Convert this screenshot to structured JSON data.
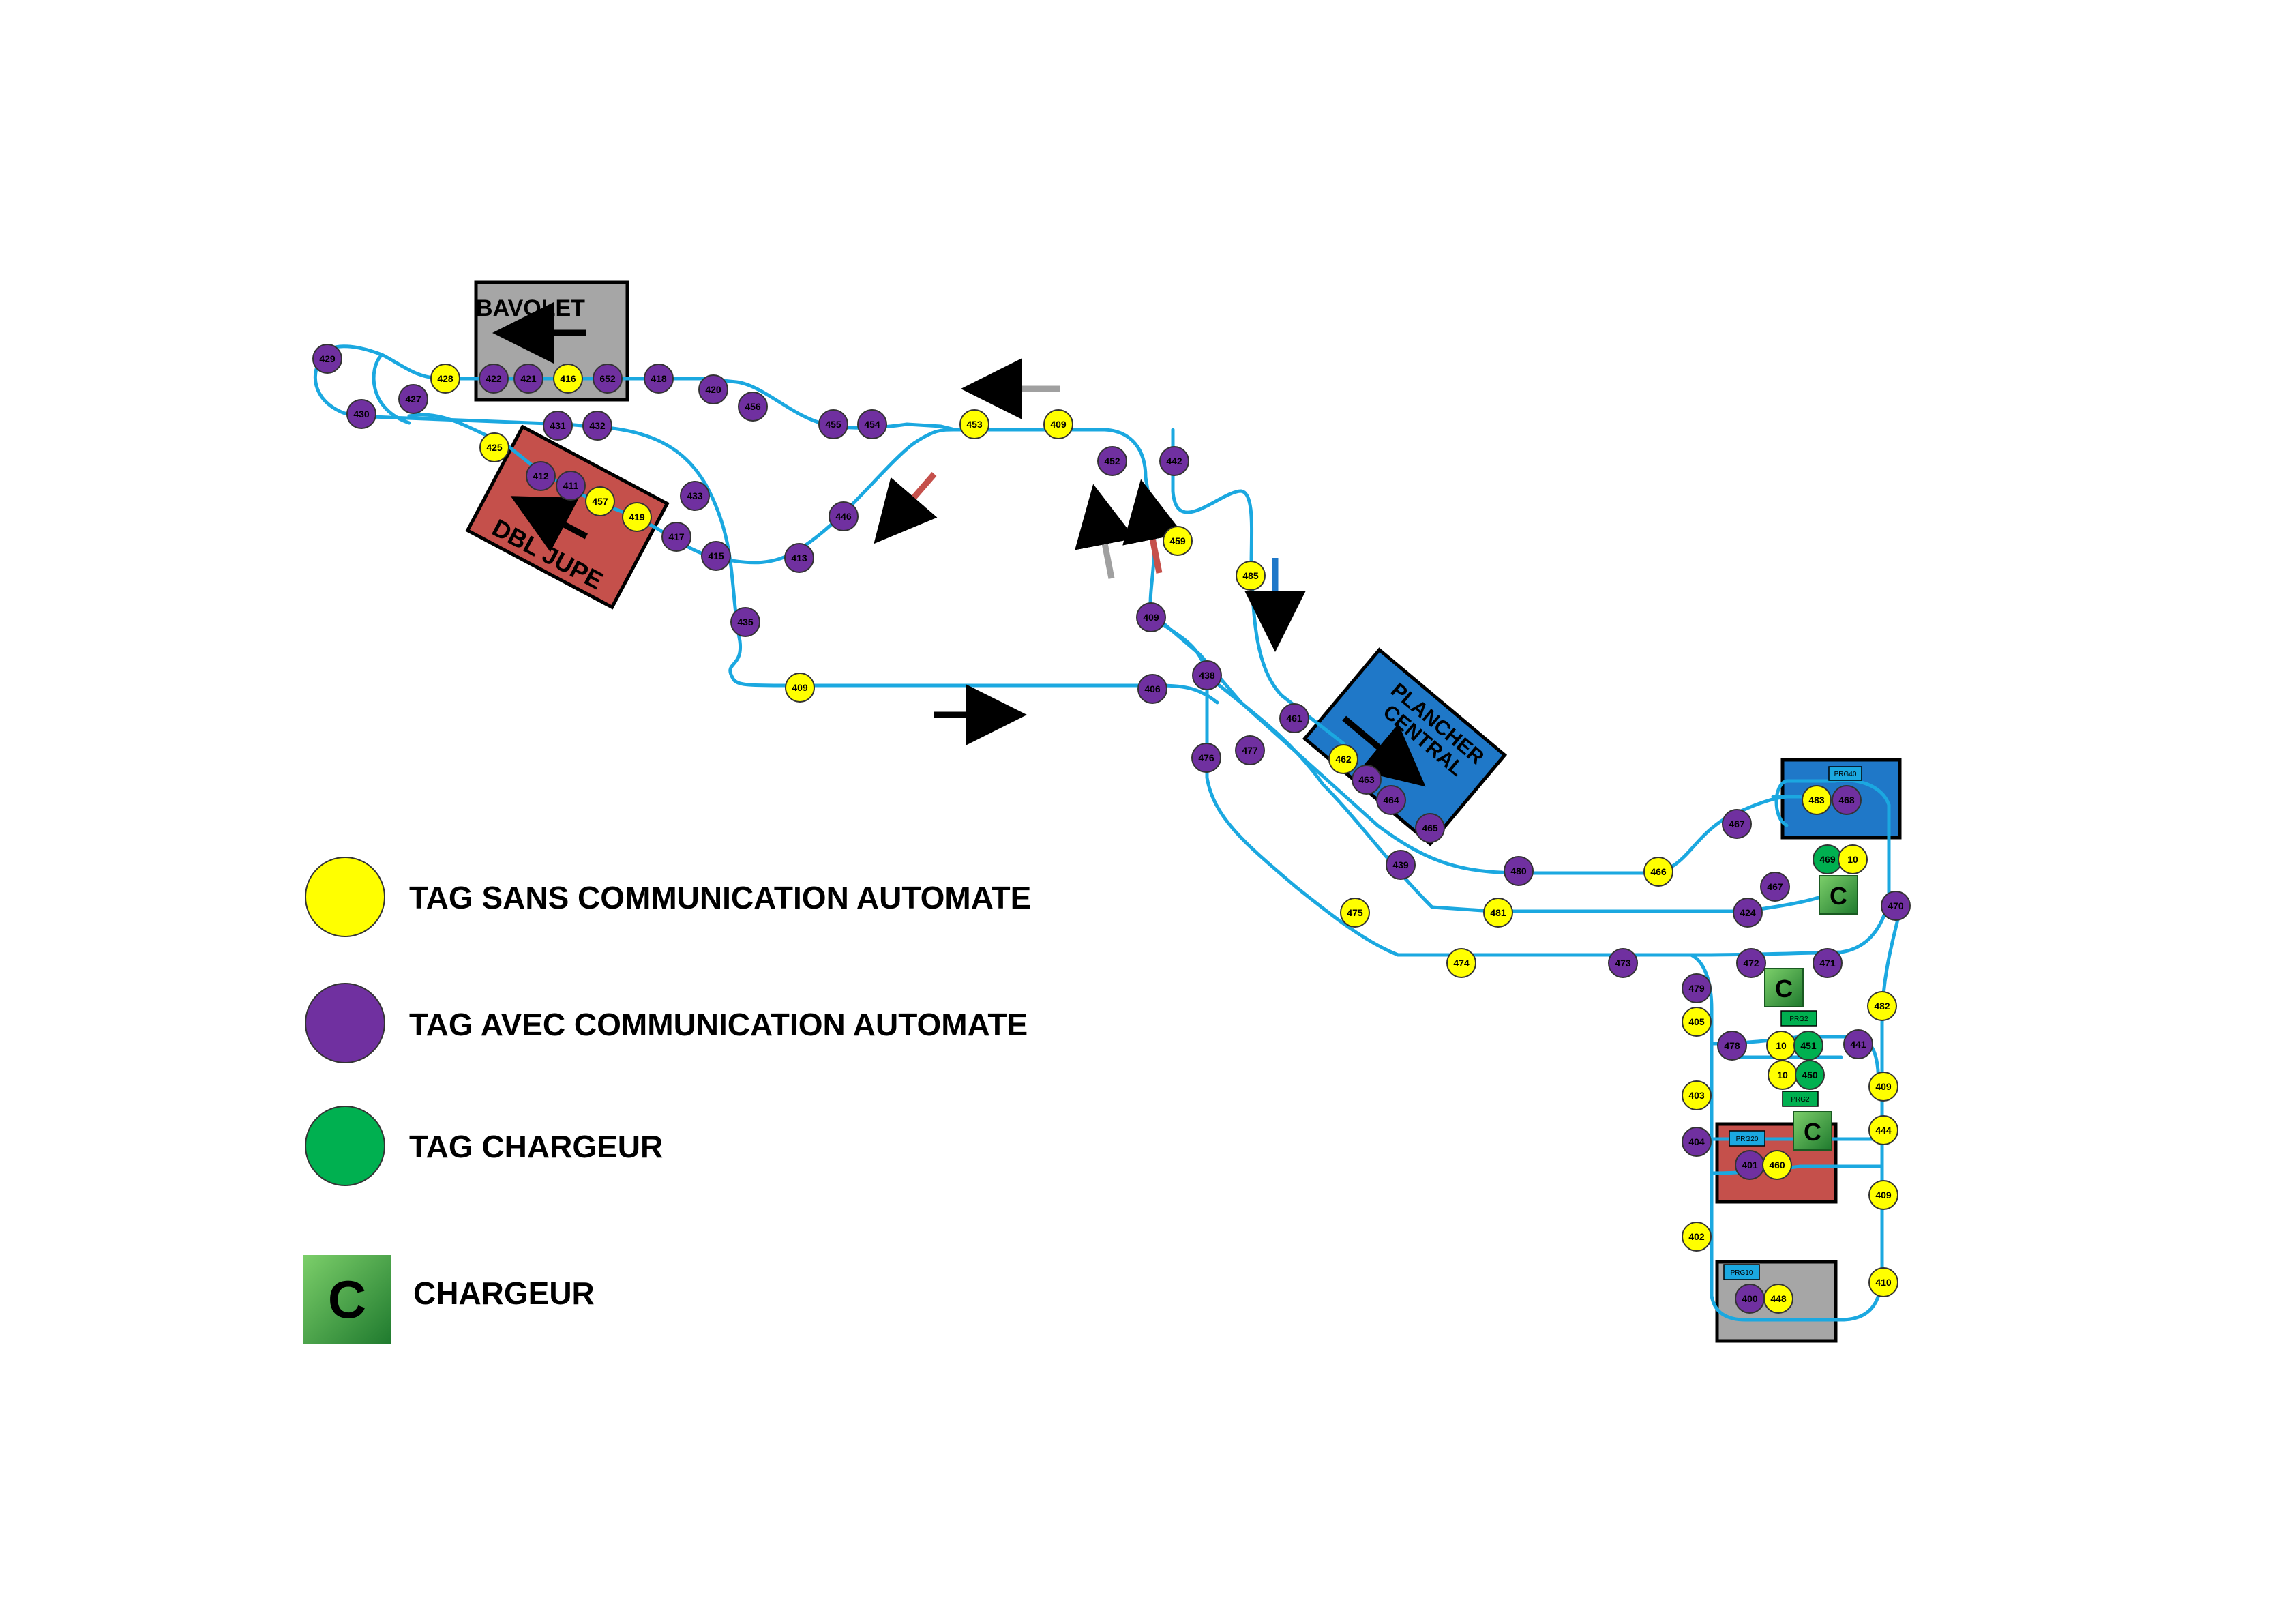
{
  "colors": {
    "track": "#1ba8e0",
    "tag_sans": "#ffff00",
    "tag_avec": "#7030a0",
    "tag_chargeur": "#00b050",
    "chargeur": "#3fa83f",
    "zone_grey": "#a6a6a6",
    "zone_red": "#c5504b",
    "zone_blue": "#1f78c8"
  },
  "zones": {
    "bavolet": "BAVOLET",
    "dbl_jupe": "DBL JUPE",
    "plancher_central_1": "PLANCHER",
    "plancher_central_2": "CENTRAL"
  },
  "prg_labels": {
    "prg40": "PRG40",
    "prg_a": "PRG2",
    "prg_b": "PRG2",
    "prg20": "PRG20",
    "prg10": "PRG10"
  },
  "charger_label": "C",
  "legend": {
    "tag_sans": "TAG SANS COMMUNICATION AUTOMATE",
    "tag_avec": "TAG AVEC COMMUNICATION AUTOMATE",
    "tag_chargeur": "TAG CHARGEUR",
    "chargeur": "CHARGEUR",
    "c_symbol": "C"
  },
  "tags": [
    {
      "label": "429",
      "kind": "avec"
    },
    {
      "label": "430",
      "kind": "avec"
    },
    {
      "label": "427",
      "kind": "avec"
    },
    {
      "label": "428",
      "kind": "sans"
    },
    {
      "label": "422",
      "kind": "avec"
    },
    {
      "label": "421",
      "kind": "avec"
    },
    {
      "label": "416",
      "kind": "sans"
    },
    {
      "label": "652",
      "kind": "avec"
    },
    {
      "label": "418",
      "kind": "avec"
    },
    {
      "label": "420",
      "kind": "avec"
    },
    {
      "label": "456",
      "kind": "avec"
    },
    {
      "label": "455",
      "kind": "avec"
    },
    {
      "label": "454",
      "kind": "avec"
    },
    {
      "label": "453",
      "kind": "sans"
    },
    {
      "label": "409",
      "kind": "sans"
    },
    {
      "label": "431",
      "kind": "avec"
    },
    {
      "label": "432",
      "kind": "avec"
    },
    {
      "label": "425",
      "kind": "sans"
    },
    {
      "label": "412",
      "kind": "avec"
    },
    {
      "label": "411",
      "kind": "avec"
    },
    {
      "label": "457",
      "kind": "sans"
    },
    {
      "label": "419",
      "kind": "sans"
    },
    {
      "label": "433",
      "kind": "avec"
    },
    {
      "label": "417",
      "kind": "avec"
    },
    {
      "label": "415",
      "kind": "avec"
    },
    {
      "label": "413",
      "kind": "avec"
    },
    {
      "label": "446",
      "kind": "avec"
    },
    {
      "label": "435",
      "kind": "avec"
    },
    {
      "label": "409",
      "kind": "sans"
    },
    {
      "label": "406",
      "kind": "avec"
    },
    {
      "label": "452",
      "kind": "avec"
    },
    {
      "label": "442",
      "kind": "avec"
    },
    {
      "label": "459",
      "kind": "sans"
    },
    {
      "label": "485",
      "kind": "sans"
    },
    {
      "label": "409",
      "kind": "avec"
    },
    {
      "label": "438",
      "kind": "avec"
    },
    {
      "label": "476",
      "kind": "avec"
    },
    {
      "label": "477",
      "kind": "avec"
    },
    {
      "label": "461",
      "kind": "avec"
    },
    {
      "label": "462",
      "kind": "sans"
    },
    {
      "label": "463",
      "kind": "avec"
    },
    {
      "label": "464",
      "kind": "avec"
    },
    {
      "label": "465",
      "kind": "avec"
    },
    {
      "label": "439",
      "kind": "avec"
    },
    {
      "label": "480",
      "kind": "avec"
    },
    {
      "label": "466",
      "kind": "sans"
    },
    {
      "label": "467",
      "kind": "avec"
    },
    {
      "label": "483",
      "kind": "sans"
    },
    {
      "label": "468",
      "kind": "avec"
    },
    {
      "label": "469",
      "kind": "chargeur"
    },
    {
      "label": "10",
      "kind": "sans"
    },
    {
      "label": "467",
      "kind": "avec"
    },
    {
      "label": "470",
      "kind": "avec"
    },
    {
      "label": "475",
      "kind": "sans"
    },
    {
      "label": "481",
      "kind": "sans"
    },
    {
      "label": "424",
      "kind": "avec"
    },
    {
      "label": "474",
      "kind": "sans"
    },
    {
      "label": "473",
      "kind": "avec"
    },
    {
      "label": "472",
      "kind": "avec"
    },
    {
      "label": "471",
      "kind": "avec"
    },
    {
      "label": "479",
      "kind": "avec"
    },
    {
      "label": "405",
      "kind": "sans"
    },
    {
      "label": "482",
      "kind": "sans"
    },
    {
      "label": "478",
      "kind": "avec"
    },
    {
      "label": "10",
      "kind": "sans"
    },
    {
      "label": "451",
      "kind": "chargeur"
    },
    {
      "label": "441",
      "kind": "avec"
    },
    {
      "label": "10",
      "kind": "sans"
    },
    {
      "label": "450",
      "kind": "chargeur"
    },
    {
      "label": "409",
      "kind": "sans"
    },
    {
      "label": "403",
      "kind": "sans"
    },
    {
      "label": "404",
      "kind": "avec"
    },
    {
      "label": "401",
      "kind": "avec"
    },
    {
      "label": "460",
      "kind": "sans"
    },
    {
      "label": "444",
      "kind": "sans"
    },
    {
      "label": "409",
      "kind": "sans"
    },
    {
      "label": "402",
      "kind": "sans"
    },
    {
      "label": "400",
      "kind": "avec"
    },
    {
      "label": "448",
      "kind": "sans"
    },
    {
      "label": "410",
      "kind": "sans"
    }
  ]
}
